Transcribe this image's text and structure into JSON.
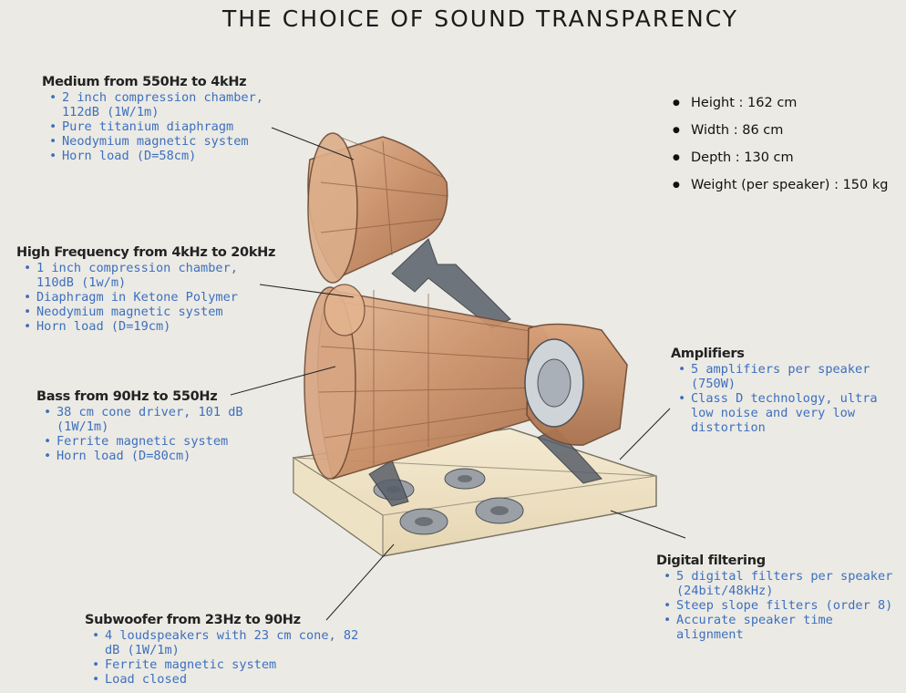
{
  "title": "THE CHOICE OF SOUND TRANSPARENCY",
  "specs": [
    "Height : 162 cm",
    "Width : 86 cm",
    "Depth : 130 cm",
    "Weight (per speaker) : 150 kg"
  ],
  "medium": {
    "heading": "Medium from 550Hz to 4kHz",
    "items": [
      "2 inch compression chamber, 112dB (1W/1m)",
      "Pure titanium diaphragm",
      "Neodymium magnetic system",
      "Horn load (D=58cm)"
    ]
  },
  "high": {
    "heading": "High Frequency from 4kHz to 20kHz",
    "items": [
      "1 inch compression chamber, 110dB (1w/m)",
      "Diaphragm in Ketone Polymer",
      "Neodymium magnetic system",
      "Horn load (D=19cm)"
    ]
  },
  "bass": {
    "heading": "Bass from 90Hz to 550Hz",
    "items": [
      "38 cm cone driver, 101 dB (1W/1m)",
      "Ferrite magnetic system",
      "Horn load (D=80cm)"
    ]
  },
  "amplifiers": {
    "heading": "Amplifiers",
    "items": [
      "5 amplifiers per speaker (750W)",
      "Class D technology, ultra low noise and very low distortion"
    ]
  },
  "digital": {
    "heading": "Digital filtering",
    "items": [
      "5 digital filters per speaker (24bit/48kHz)",
      "Steep slope filters (order 8)",
      "Accurate speaker time alignment"
    ]
  },
  "subwoofer": {
    "heading": "Subwoofer from 23Hz to 90Hz",
    "items": [
      "4 loudspeakers with 23 cm cone, 82 dB (1W/1m)",
      "Ferrite magnetic system",
      "Load closed"
    ]
  }
}
